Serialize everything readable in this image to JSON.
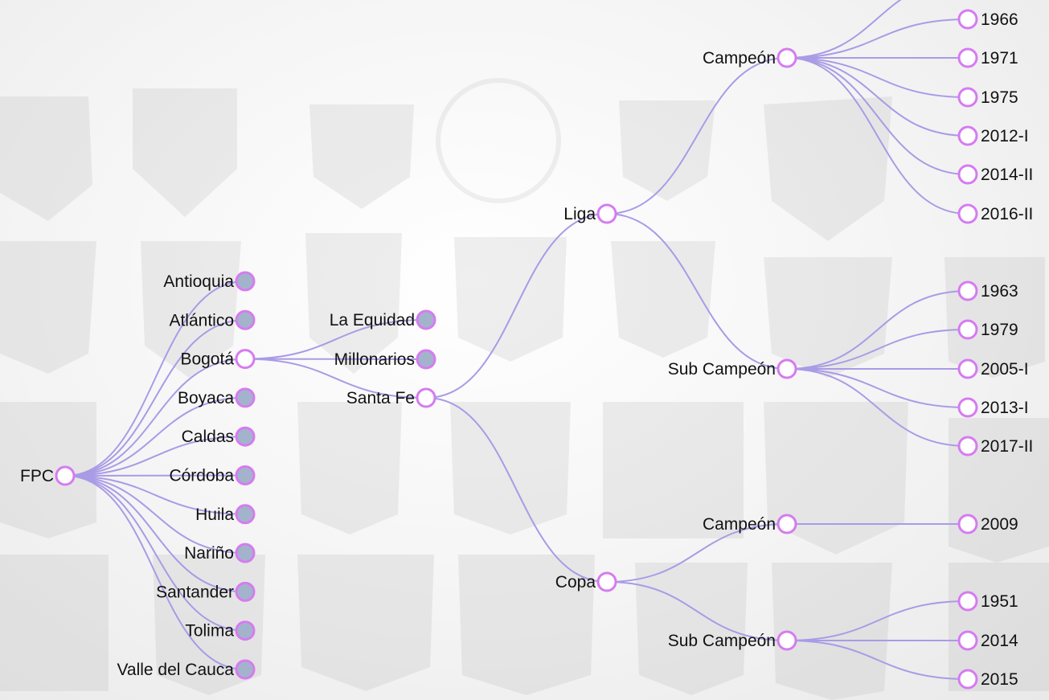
{
  "tree": {
    "root": "FPC",
    "level1": [
      {
        "label": "Antioquia",
        "state": "collapsed"
      },
      {
        "label": "Atlántico",
        "state": "collapsed"
      },
      {
        "label": "Bogotá",
        "state": "expanded"
      },
      {
        "label": "Boyaca",
        "state": "collapsed"
      },
      {
        "label": "Caldas",
        "state": "collapsed"
      },
      {
        "label": "Córdoba",
        "state": "collapsed"
      },
      {
        "label": "Huila",
        "state": "collapsed"
      },
      {
        "label": "Nariño",
        "state": "collapsed"
      },
      {
        "label": "Santander",
        "state": "collapsed"
      },
      {
        "label": "Tolima",
        "state": "collapsed"
      },
      {
        "label": "Valle del Cauca",
        "state": "collapsed"
      }
    ],
    "bogota_clubs": [
      {
        "label": "La Equidad",
        "state": "collapsed"
      },
      {
        "label": "Millonarios",
        "state": "collapsed"
      },
      {
        "label": "Santa Fe",
        "state": "expanded"
      }
    ],
    "santa_fe": [
      "Liga",
      "Copa"
    ],
    "liga": [
      "Campeón",
      "Sub Campeón"
    ],
    "copa": [
      "Campeón",
      "Sub Campeón"
    ],
    "liga_campeon_years": [
      "1966",
      "1971",
      "1975",
      "2012-I",
      "2014-II",
      "2016-II"
    ],
    "liga_sub_years": [
      "1963",
      "1979",
      "2005-I",
      "2013-I",
      "2017-II"
    ],
    "copa_campeon_years": [
      "2009"
    ],
    "copa_sub_years": [
      "1951",
      "2014",
      "2015"
    ]
  },
  "colors": {
    "link": "#a99be6",
    "node_stroke": "#d67bf0",
    "collapsed_fill": "#a3b3cc",
    "expanded_fill": "#ffffff"
  }
}
